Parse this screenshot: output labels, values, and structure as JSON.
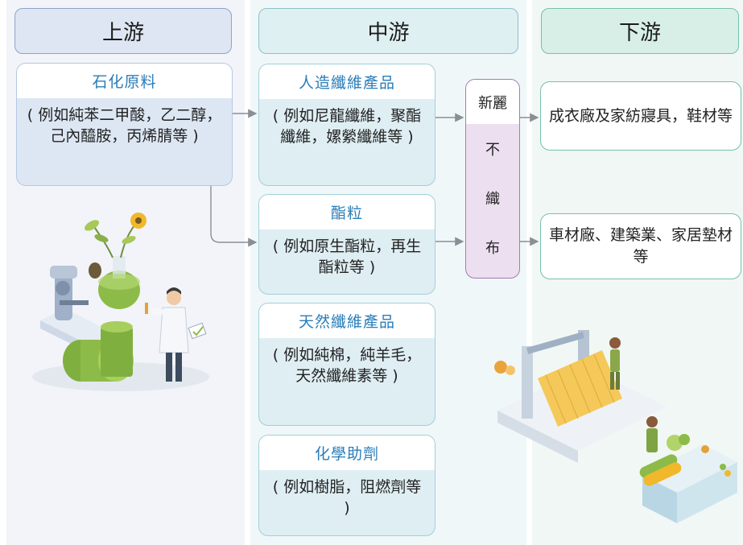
{
  "columns": {
    "upstream": "上游",
    "midstream": "中游",
    "downstream": "下游"
  },
  "upstream_box": {
    "title": "石化原料",
    "body": "( 例如純苯二甲酸，乙二醇，己內醯胺，丙烯腈等 )"
  },
  "midstream_boxes": [
    {
      "title": "人造纖維產品",
      "body": "( 例如尼龍纖維，聚酯纖維，嫘縈纖維等 )"
    },
    {
      "title": "酯粒",
      "body": "( 例如原生酯粒，再生酯粒等 )"
    },
    {
      "title": "天然纖維產品",
      "body": "( 例如純棉，純羊毛，天然纖維素等 )"
    },
    {
      "title": "化學助劑",
      "body": "( 例如樹脂，阻燃劑等 )"
    }
  ],
  "nonwoven": {
    "title": "新麗",
    "chars": [
      "不",
      "織",
      "布"
    ]
  },
  "downstream_boxes": [
    "成衣廠及家紡寢具，鞋材等",
    "車材廠、建築業、家居墊材等"
  ],
  "colors": {
    "upstream_accent": "#8fa3c7",
    "midstream_accent": "#8cc2c9",
    "downstream_accent": "#74c2aa",
    "nonwoven_accent": "#a57ab8",
    "title_text": "#2a7db8"
  },
  "illustrations": [
    "lab-scientist-with-barrels-illustration",
    "textile-factory-illustration"
  ]
}
